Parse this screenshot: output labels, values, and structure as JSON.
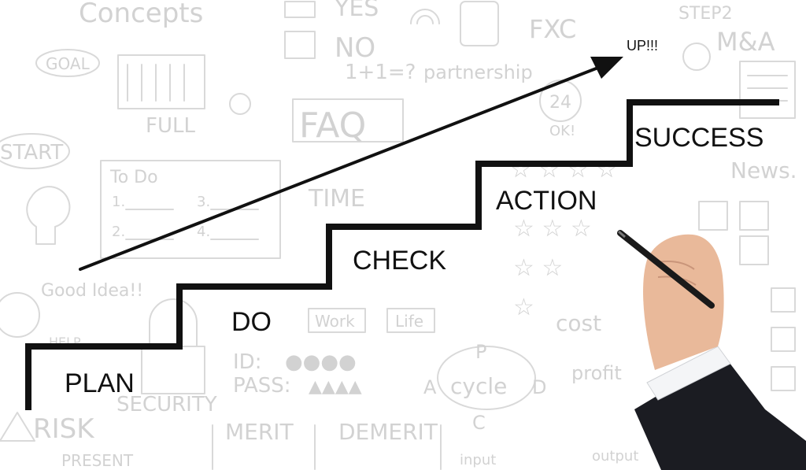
{
  "steps": {
    "plan": "PLAN",
    "do": "DO",
    "check": "CHECK",
    "action": "ACTION",
    "success": "SUCCESS"
  },
  "arrow_label": "UP!!!",
  "background_words": {
    "concepts": "Concepts",
    "yes": "YES",
    "no": "NO",
    "fxc": "FXC",
    "step2": "STEP2",
    "manda": "M&A",
    "goal": "GOAL",
    "equation": "1+1=?",
    "partnership": "partnership",
    "full": "FULL",
    "faq": "FAQ",
    "hours": "24",
    "ok": "OK!",
    "start": "START",
    "todo": "To Do",
    "todo_1": "1.",
    "todo_2": "2.",
    "todo_3": "3.",
    "todo_4": "4.",
    "time": "TIME",
    "news": "News.",
    "good_idea": "Good Idea!!",
    "work": "Work",
    "life": "Life",
    "cost": "cost",
    "help": "HELP",
    "id": "ID:",
    "pass": "PASS:",
    "cycle": "cycle",
    "cycle_p": "P",
    "cycle_a": "A",
    "cycle_d": "D",
    "cycle_c": "C",
    "profit": "profit",
    "security": "SECURITY",
    "risk": "RISK",
    "merit": "MERIT",
    "demerit": "DEMERIT",
    "present": "PRESENT",
    "input": "input",
    "output": "output"
  },
  "colors": {
    "ink": "#111111",
    "doodle": "#d9d9d9",
    "background": "#ffffff",
    "skin": "#e9b99a",
    "suit": "#1b1c22"
  }
}
